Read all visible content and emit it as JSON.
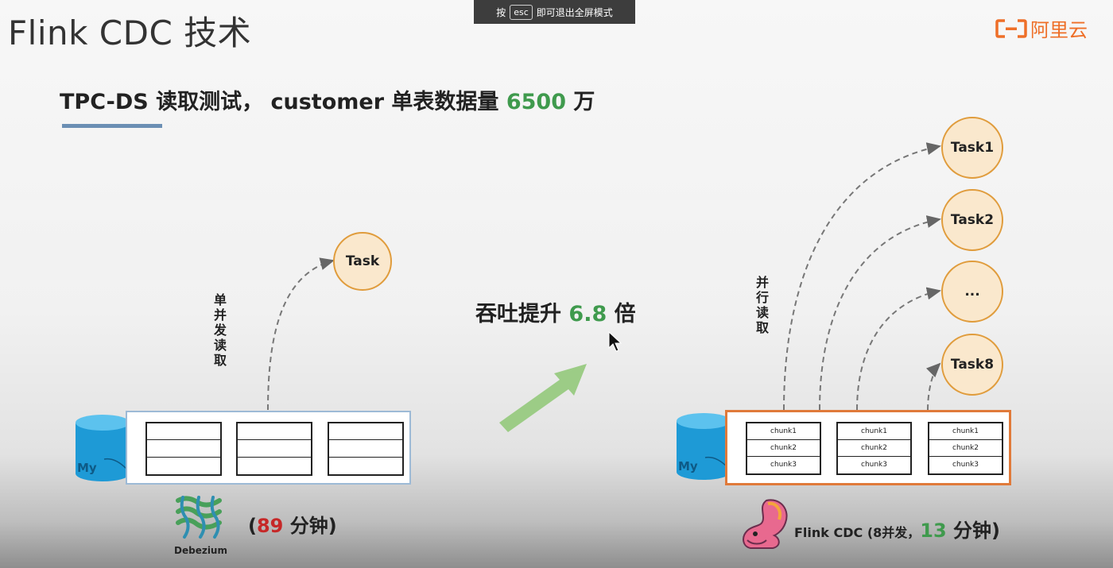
{
  "title": "Flink CDC 技术",
  "esc_banner": {
    "prefix": "按",
    "key": "esc",
    "suffix": "即可退出全屏模式"
  },
  "brand": {
    "mark": "[-]",
    "name": "阿里云"
  },
  "subtitle": {
    "prefix": "TPC-DS 读取测试， customer 单表数据量 ",
    "value": "6500",
    "suffix": " 万"
  },
  "left": {
    "task_label": "Task",
    "read_label": "单并发读取",
    "db_badge": "My",
    "logo_label": "Debezium",
    "caption": {
      "open": "(",
      "value": "89",
      "rest": " 分钟)"
    }
  },
  "middle": {
    "prefix": "吞吐提升 ",
    "value": "6.8",
    "suffix": " 倍"
  },
  "right": {
    "tasks": [
      "Task1",
      "Task2",
      "...",
      "Task8"
    ],
    "read_label": "并行读取",
    "db_badge": "My",
    "chunks": [
      "chunk1",
      "chunk2",
      "chunk3"
    ],
    "caption": {
      "prefix": "Flink CDC (8并发，",
      "value": "13",
      "rest": " 分钟)"
    }
  },
  "colors": {
    "accent_green": "#3f9a4d",
    "accent_red": "#c62828",
    "task_fill": "#fae8cd",
    "task_border": "#e09c3c",
    "brand_orange": "#ee6f28",
    "mysql_blue": "#1e9ad6",
    "arrow_green": "#9ccc86"
  }
}
